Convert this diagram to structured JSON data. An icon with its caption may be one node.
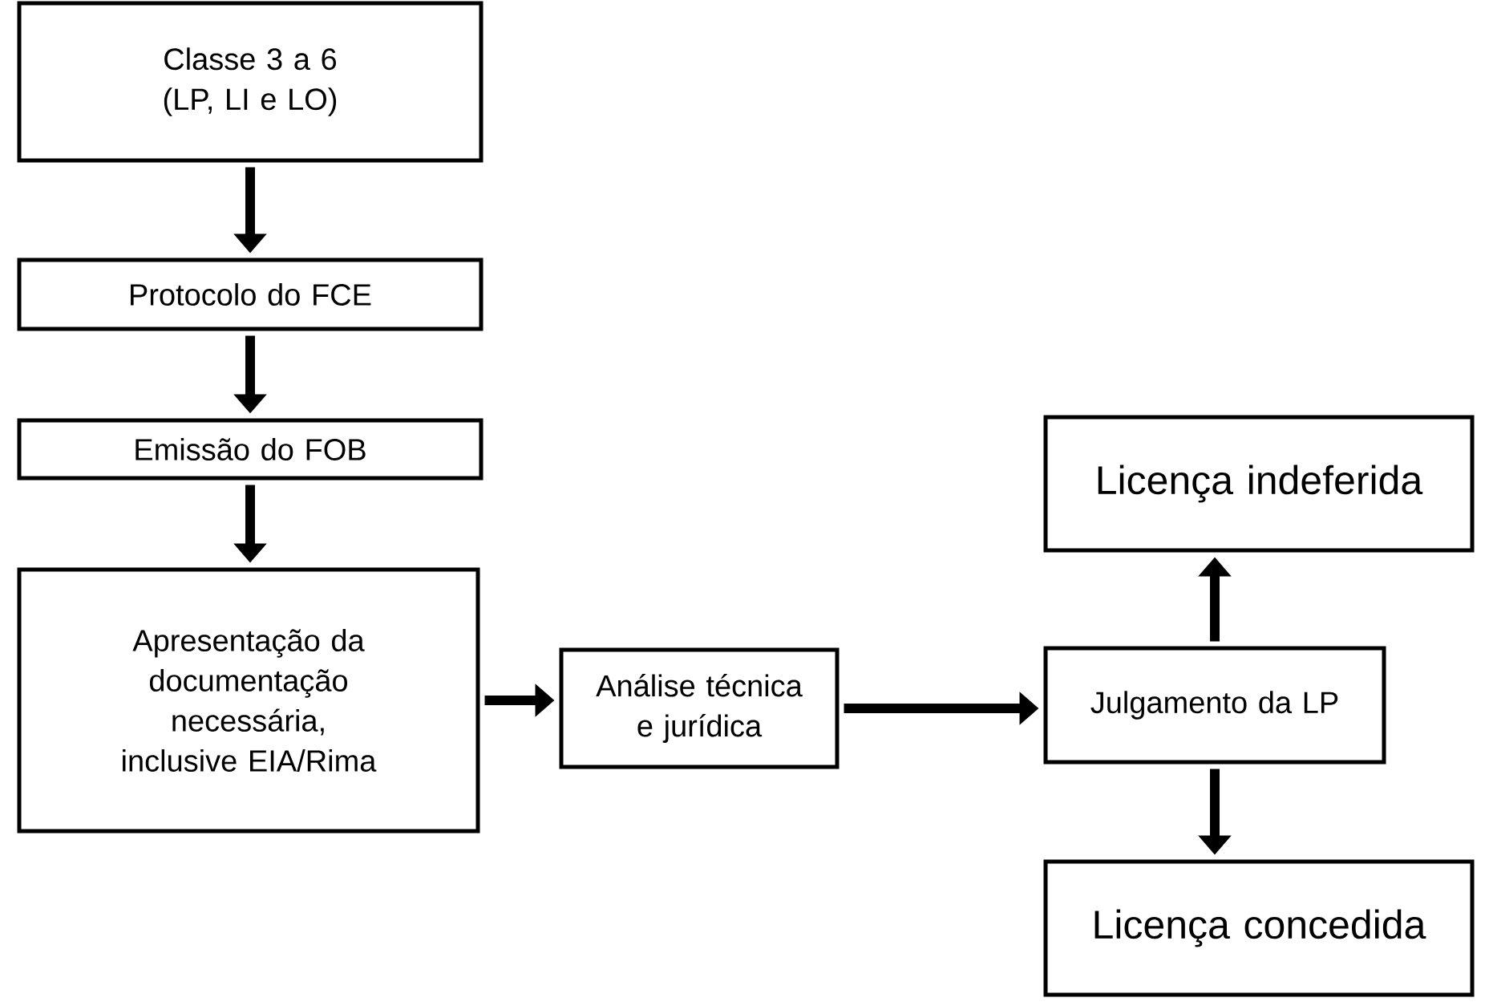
{
  "diagram": {
    "nodes": [
      {
        "text": [
          "Classe 3 a 6 (LP, LI e LO)"
        ]
      },
      {
        "text": [
          "Protocolo do FCE"
        ]
      },
      {
        "text": [
          "Emissão do FOB"
        ]
      },
      {
        "text": [
          "Apresentação da documentação necessária, inclusive EIA/Rima"
        ]
      },
      {
        "text": [
          "Análise técnica e jurídica"
        ]
      },
      {
        "text": [
          "Julgamento da LP"
        ]
      },
      {
        "text": [
          "Licença indeferida"
        ]
      },
      {
        "text": [
          "Licença concedida"
        ]
      }
    ],
    "edges": [
      {
        "from": 0,
        "to": 1,
        "arrow": "to"
      },
      {
        "from": 1,
        "to": 2,
        "arrow": "to"
      },
      {
        "from": 2,
        "to": 3,
        "arrow": "to"
      },
      {
        "from": 3,
        "to": 4,
        "arrow": "to"
      },
      {
        "from": 4,
        "to": 5,
        "arrow": "to"
      },
      {
        "from": 5,
        "to": 6,
        "arrow": "to"
      },
      {
        "from": 5,
        "to": 7,
        "arrow": "to"
      }
    ]
  }
}
